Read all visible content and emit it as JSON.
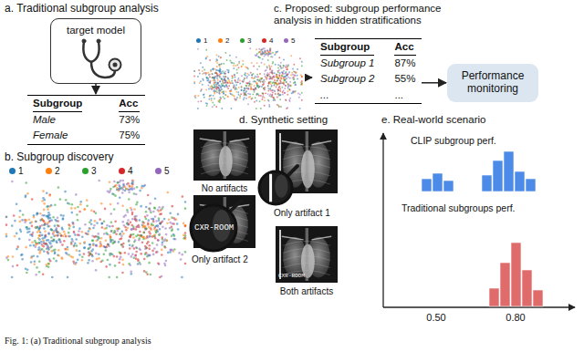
{
  "diagram": {
    "caption": "Fig. 1: (a) Traditional subgroup analysis",
    "nodes": [
      {
        "text": [
          "target model"
        ]
      },
      {
        "text": [
          "Subgroup",
          "Acc",
          "Male",
          "73%",
          "Female",
          "75%"
        ]
      },
      {
        "text": [
          "Subgroup",
          "Acc",
          "Subgroup 1",
          "87%",
          "Subgroup 2",
          "55%",
          "...",
          "..."
        ]
      },
      {
        "text": [
          "Performance monitoring"
        ]
      }
    ],
    "edges": [
      {
        "from": 0,
        "to": 1,
        "arrow": "to"
      },
      {
        "from": 2,
        "to": 3,
        "arrow": "to"
      }
    ],
    "labels": [
      "a. Traditional subgroup analysis",
      "b. Subgroup discovery",
      "c. Proposed: subgroup performance analysis in hidden stratifications",
      "d. Synthetic setting",
      "No artifacts",
      "Only artifact 1",
      "Only artifact 2",
      "Both artifacts",
      "CXR-ROOM",
      "CXR-ROOM",
      "e. Real-world scenario",
      "CLIP subgroup perf.",
      "Traditional subgroups perf.",
      "0.50",
      "0.80"
    ],
    "legend": [
      {
        "text": "1",
        "color": "#1f77b4"
      },
      {
        "text": "2",
        "color": "#ff7f0e"
      },
      {
        "text": "3",
        "color": "#2ca02c"
      },
      {
        "text": "4",
        "color": "#d62728"
      },
      {
        "text": "5",
        "color": "#9467bd"
      },
      {
        "text": "1",
        "color": "#1f77b4"
      },
      {
        "text": "2",
        "color": "#ff7f0e"
      },
      {
        "text": "3",
        "color": "#2ca02c"
      },
      {
        "text": "4",
        "color": "#d62728"
      },
      {
        "text": "5",
        "color": "#9467bd"
      }
    ]
  }
}
